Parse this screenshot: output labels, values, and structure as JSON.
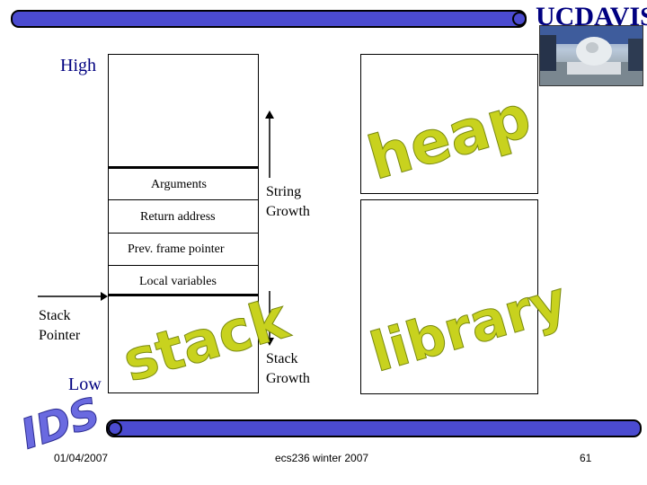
{
  "logo": {
    "text": "UCDAVIS"
  },
  "labels": {
    "high": "High",
    "low": "Low",
    "stack_pointer_line1": "Stack",
    "stack_pointer_line2": "Pointer",
    "string_growth_line1": "String",
    "string_growth_line2": "Growth",
    "stack_growth_line1": "Stack",
    "stack_growth_line2": "Growth"
  },
  "stack_cells": {
    "arguments": "Arguments",
    "return_address": "Return address",
    "prev_frame_pointer": "Prev. frame pointer",
    "local_variables": "Local variables"
  },
  "regions": {
    "heap": "heap",
    "library": "library",
    "stack": "stack"
  },
  "watermark": "IDS",
  "footer": {
    "date": "01/04/2007",
    "course": "ecs236 winter 2007",
    "page": "61"
  },
  "colors": {
    "bar": "#4b4bd0",
    "logo": "#000080",
    "wordart": "#c8d21e"
  }
}
